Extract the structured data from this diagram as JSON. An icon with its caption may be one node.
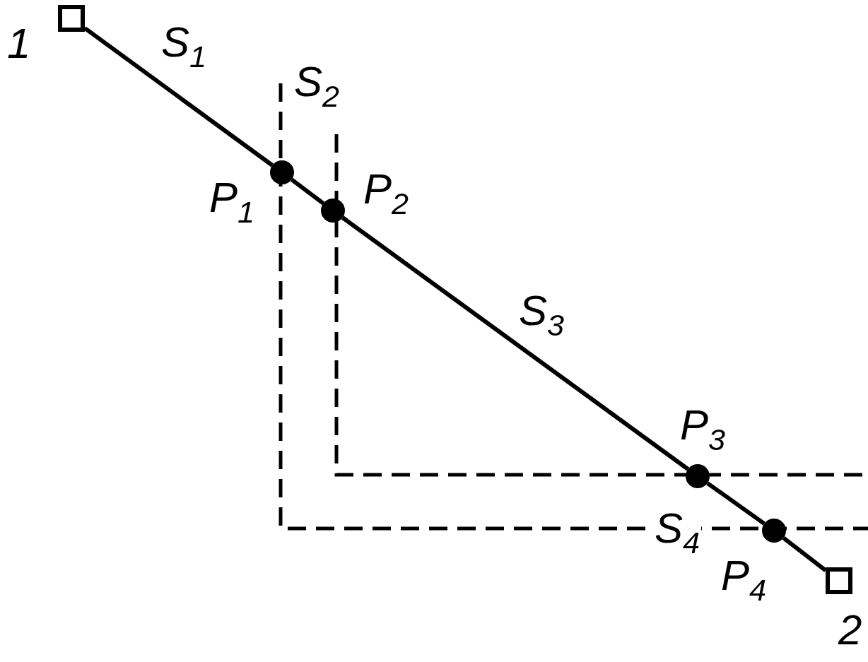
{
  "diagram": {
    "nodes": [
      {
        "text": [],
        "shape": "box",
        "beside": [
          "1"
        ]
      },
      {
        "text": [],
        "shape": "circle",
        "beside": [
          "P$_{1}$"
        ]
      },
      {
        "text": [],
        "shape": "circle",
        "beside": [
          "P$_{2}$"
        ]
      },
      {
        "text": [],
        "shape": "circle",
        "beside": [
          "P$_{3}$"
        ]
      },
      {
        "text": [],
        "shape": "circle",
        "beside": [
          "P$_{4}$"
        ]
      },
      {
        "text": [],
        "shape": "box",
        "beside": [
          "2"
        ]
      }
    ],
    "edges": [
      {
        "from": 0,
        "to": 1,
        "arrow": "none",
        "label": "S$_{1}$"
      },
      {
        "from": 1,
        "to": 2,
        "arrow": "none",
        "label": "S$_{2}$"
      },
      {
        "from": 2,
        "to": 3,
        "arrow": "none",
        "label": "S$_{3}$"
      },
      {
        "from": 3,
        "to": 4,
        "arrow": "none",
        "label": "S$_{4}$"
      },
      {
        "from": 4,
        "to": 5,
        "arrow": "none"
      }
    ]
  }
}
